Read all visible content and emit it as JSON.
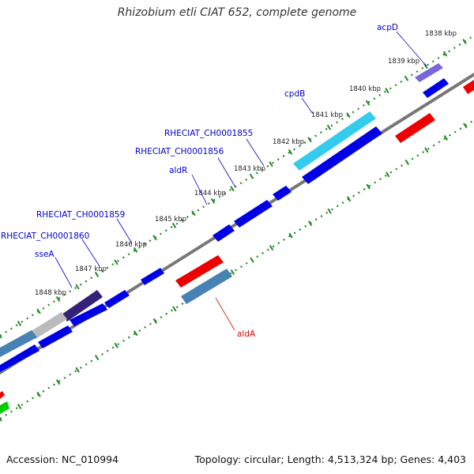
{
  "title": "Rhizobium etli CIAT 652, complete genome",
  "accession": "Accession: NC_010994",
  "summary": "Topology: circular; Length: 4,513,324 bp; Genes: 4,403",
  "kbp_labels": [
    "1838 kbp",
    "1839 kbp",
    "1840 kbp",
    "1841 kbp",
    "1842 kbp",
    "1843 kbp",
    "1844 kbp",
    "1845 kbp",
    "1846 kbp",
    "1847 kbp",
    "1848 kbp"
  ],
  "gene_labels": [
    {
      "text": "acpD",
      "color": "#0000cc"
    },
    {
      "text": "cpdB",
      "color": "#0000cc"
    },
    {
      "text": "RHECIAT_CH0001855",
      "color": "#0000cc"
    },
    {
      "text": "RHECIAT_CH0001856",
      "color": "#0000cc"
    },
    {
      "text": "aldR",
      "color": "#0000cc"
    },
    {
      "text": "RHECIAT_CH0001859",
      "color": "#0000cc"
    },
    {
      "text": "RHECIAT_CH0001860",
      "color": "#0000cc"
    },
    {
      "text": "sseA",
      "color": "#0000cc"
    },
    {
      "text": "aldA",
      "color": "#dd0000"
    }
  ],
  "colors": {
    "forward_gene": "#0000e6",
    "reverse_gene": "#ee0000",
    "highlight_cyan": "#33ccee",
    "steel": "#4682b4",
    "purple": "#6655cc",
    "dark_purple": "#332277",
    "grey_gene": "#bbbbbb",
    "green_gene": "#00cc00",
    "backbone": "#777777",
    "ticks": "#228822"
  }
}
